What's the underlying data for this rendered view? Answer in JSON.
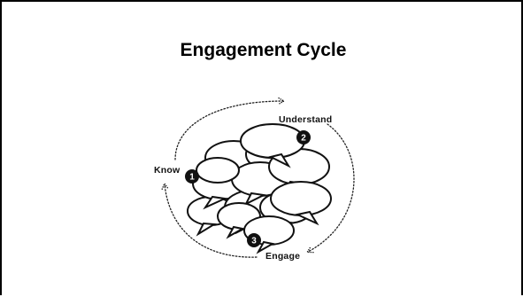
{
  "slide": {
    "title": "Engagement Cycle"
  },
  "cycle": {
    "steps": [
      {
        "number": "1",
        "label": "Know"
      },
      {
        "number": "2",
        "label": "Understand"
      },
      {
        "number": "3",
        "label": "Engage"
      }
    ]
  },
  "colors": {
    "ink": "#111111",
    "background": "#ffffff"
  }
}
